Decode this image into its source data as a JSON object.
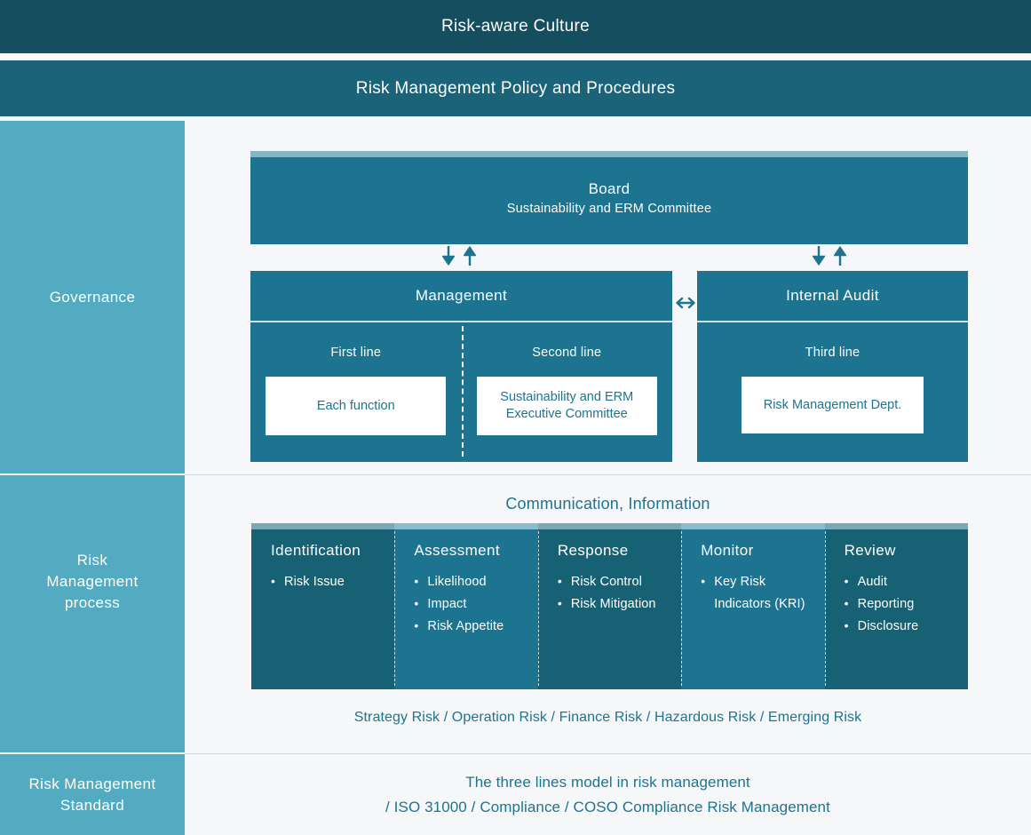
{
  "bands": {
    "culture": "Risk-aware Culture",
    "policy": "Risk Management Policy and Procedures"
  },
  "sidebar": {
    "governance": "Governance",
    "process_line1": "Risk",
    "process_line2": "Management",
    "process_line3": "process",
    "standard_line1": "Risk Management",
    "standard_line2": "Standard"
  },
  "governance": {
    "board": {
      "title": "Board",
      "subtitle": "Sustainability and ERM Committee"
    },
    "management": {
      "header": "Management",
      "first": {
        "label": "First line",
        "card": "Each function"
      },
      "second": {
        "label": "Second line",
        "card_line1": "Sustainability and ERM",
        "card_line2": "Executive Committee"
      }
    },
    "internal_audit": {
      "header": "Internal Audit",
      "third": {
        "label": "Third line",
        "card": "Risk Management Dept."
      }
    },
    "arrows": {
      "down": "down-arrow",
      "up": "up-arrow",
      "bidirectional": "left-right-arrow"
    }
  },
  "process": {
    "communication_label": "Communication, Information",
    "columns": [
      {
        "title": "Identification",
        "items": [
          "Risk Issue"
        ],
        "shade": "dark"
      },
      {
        "title": "Assessment",
        "items": [
          "Likelihood",
          "Impact",
          "Risk Appetite"
        ],
        "shade": "light"
      },
      {
        "title": "Response",
        "items": [
          "Risk Control",
          "Risk Mitigation"
        ],
        "shade": "dark"
      },
      {
        "title": "Monitor",
        "items": [
          "Key Risk Indicators (KRI)"
        ],
        "shade": "light"
      },
      {
        "title": "Review",
        "items": [
          "Audit",
          "Reporting",
          "Disclosure"
        ],
        "shade": "dark"
      }
    ],
    "risk_types": "Strategy Risk / Operation Risk / Finance Risk / Hazardous Risk / Emerging Risk"
  },
  "standard": {
    "line1": "The three lines model in risk management",
    "line2": "/ ISO 31000 / Compliance / COSO Compliance Risk Management"
  },
  "colors": {
    "dark_navy": "#154e5e",
    "teal_band": "#1a6379",
    "teal": "#1d7490",
    "teal_dark": "#176174",
    "sidebar_blue": "#52abc0",
    "light_blue_cap": "#86b5c4",
    "page_bg": "#f6f7f8"
  }
}
